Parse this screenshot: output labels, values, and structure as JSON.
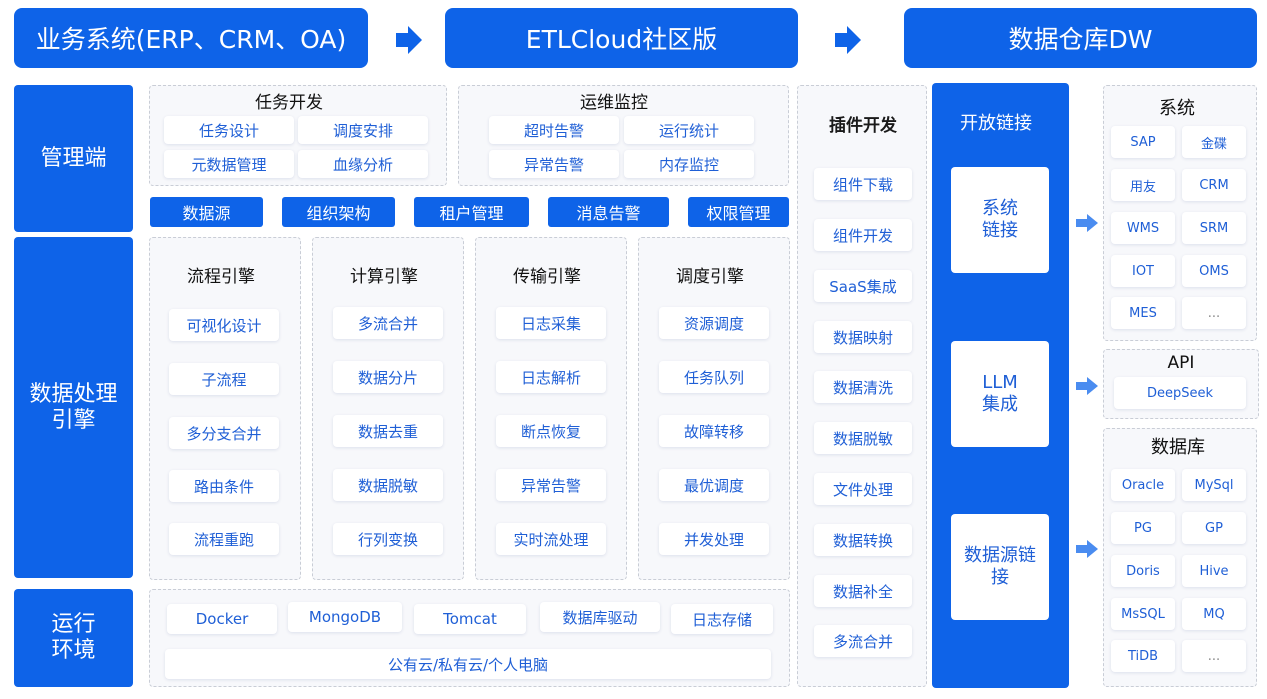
{
  "header": {
    "business": "业务系统(ERP、CRM、OA)",
    "etl": "ETLCloud社区版",
    "dw": "数据仓库DW"
  },
  "left": {
    "mgmt": "管理端",
    "engine": "数据处理\n引擎",
    "runtime": "运行\n环境"
  },
  "task_dev": {
    "title": "任务开发",
    "items": [
      "任务设计",
      "调度安排",
      "元数据管理",
      "血缘分析"
    ]
  },
  "ops": {
    "title": "运维监控",
    "items": [
      "超时告警",
      "运行统计",
      "异常告警",
      "内存监控"
    ]
  },
  "mgmt_bar": [
    "数据源",
    "组织架构",
    "租户管理",
    "消息告警",
    "权限管理"
  ],
  "engines": [
    {
      "title": "流程引擎",
      "items": [
        "可视化设计",
        "子流程",
        "多分支合并",
        "路由条件",
        "流程重跑"
      ]
    },
    {
      "title": "计算引擎",
      "items": [
        "多流合并",
        "数据分片",
        "数据去重",
        "数据脱敏",
        "行列变换"
      ]
    },
    {
      "title": "传输引擎",
      "items": [
        "日志采集",
        "日志解析",
        "断点恢复",
        "异常告警",
        "实时流处理"
      ]
    },
    {
      "title": "调度引擎",
      "items": [
        "资源调度",
        "任务队列",
        "故障转移",
        "最优调度",
        "并发处理"
      ]
    }
  ],
  "runtime_items": [
    "Docker",
    "MongoDB",
    "Tomcat",
    "数据库驱动",
    "日志存储"
  ],
  "runtime_cloud": "公有云/私有云/个人电脑",
  "plugin": {
    "title": "插件开发",
    "items": [
      "组件下载",
      "组件开发",
      "SaaS集成",
      "数据映射",
      "数据清洗",
      "数据脱敏",
      "文件处理",
      "数据转换",
      "数据补全",
      "多流合并"
    ]
  },
  "open": {
    "title": "开放链接",
    "boxes": [
      "系统\n链接",
      "LLM\n集成",
      "数据源链\n接"
    ]
  },
  "systems": {
    "title": "系统",
    "items": [
      "SAP",
      "金碟",
      "用友",
      "CRM",
      "WMS",
      "SRM",
      "IOT",
      "OMS",
      "MES",
      "..."
    ]
  },
  "api": {
    "title": "API",
    "items": [
      "DeepSeek"
    ]
  },
  "db": {
    "title": "数据库",
    "items": [
      "Oracle",
      "MySql",
      "PG",
      "GP",
      "Doris",
      "Hive",
      "MsSQL",
      "MQ",
      "TiDB",
      "..."
    ]
  },
  "colors": {
    "brand": "#0e63e8",
    "chip_text": "#1f5fd6",
    "panel_bg": "#f7f8fb"
  }
}
